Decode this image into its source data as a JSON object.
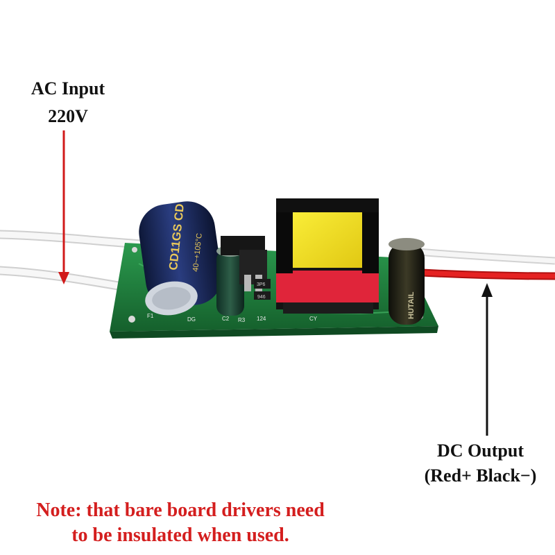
{
  "annotations": {
    "ac_input": {
      "line1": "AC Input",
      "line2": "220V"
    },
    "dc_output": {
      "line1": "DC Output",
      "line2": "(Red+  Black−)"
    }
  },
  "note": {
    "line1": "Note: that bare board drivers need",
    "line2": "to be insulated when used.",
    "color": "#d41e1e"
  },
  "board_markings": {
    "big_capacitor": "CD11GS CD",
    "big_capacitor_rating": "40~+105°C",
    "small_capacitor": "HUTAIL",
    "chip_label": "3P6",
    "resistor_label": "946",
    "silk_f1": "F1",
    "silk_dg": "DG",
    "silk_c2": "C2",
    "silk_r3": "R3",
    "silk_124": "124",
    "silk_cy": "CY"
  },
  "colors": {
    "pcb": "#1f7a3c",
    "capacitor_blue": "#1d2d66",
    "transformer_core": "#1a1a1a",
    "bobbin_yellow": "#f2e21c",
    "tape_red": "#e0253a",
    "wire_red": "#e02020",
    "wire_white": "#f4f4f4"
  }
}
